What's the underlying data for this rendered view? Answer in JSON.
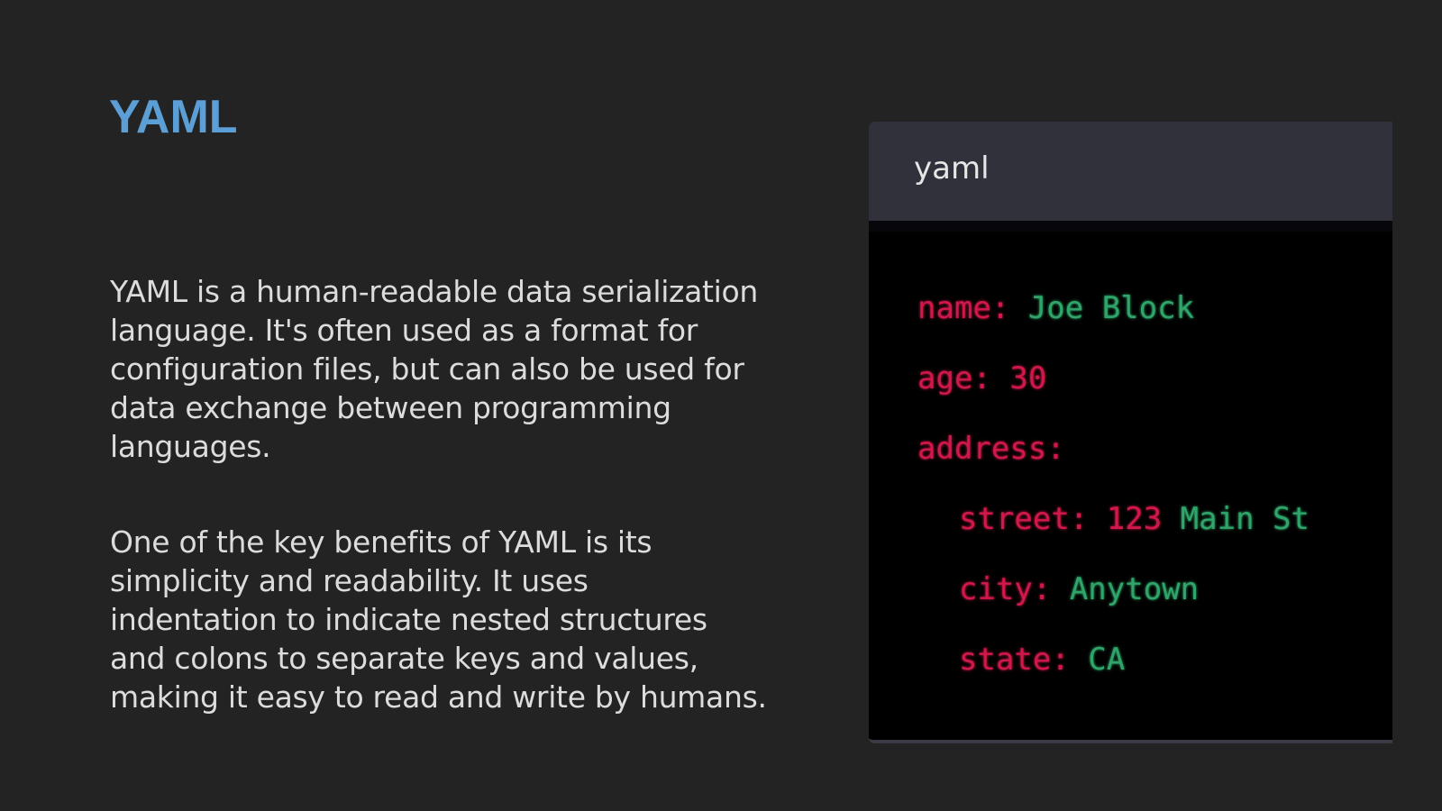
{
  "title": "YAML",
  "paragraphs": [
    {
      "lines": [
        "YAML is a human-readable data serialization",
        "language. It's often used as a format for",
        "configuration files, but can also be used for",
        "data exchange between programming",
        "languages."
      ]
    },
    {
      "lines": [
        "One of the key benefits of YAML is its",
        "simplicity and readability. It uses",
        "indentation to indicate nested structures",
        "and colons to separate keys and values,",
        "making it easy to read and write by humans."
      ]
    }
  ],
  "code_panel": {
    "language_label": "yaml",
    "lines": [
      {
        "key": "name:",
        "value": " Joe Block",
        "type": "str",
        "indent": false
      },
      {
        "key": "age:",
        "value": " 30",
        "type": "num",
        "indent": false
      },
      {
        "key": "address:",
        "value": "",
        "type": "str",
        "indent": false
      },
      {
        "key": "street:",
        "value": " 123",
        "value2": " Main St",
        "type": "num",
        "indent": true
      },
      {
        "key": "city:",
        "value": " Anytown",
        "type": "str",
        "indent": true
      },
      {
        "key": "state:",
        "value": " CA",
        "type": "str",
        "indent": true
      }
    ]
  },
  "colors": {
    "background": "#232323",
    "title": "#5b9fd6",
    "key": "#d0184a",
    "string": "#2fa56a"
  }
}
